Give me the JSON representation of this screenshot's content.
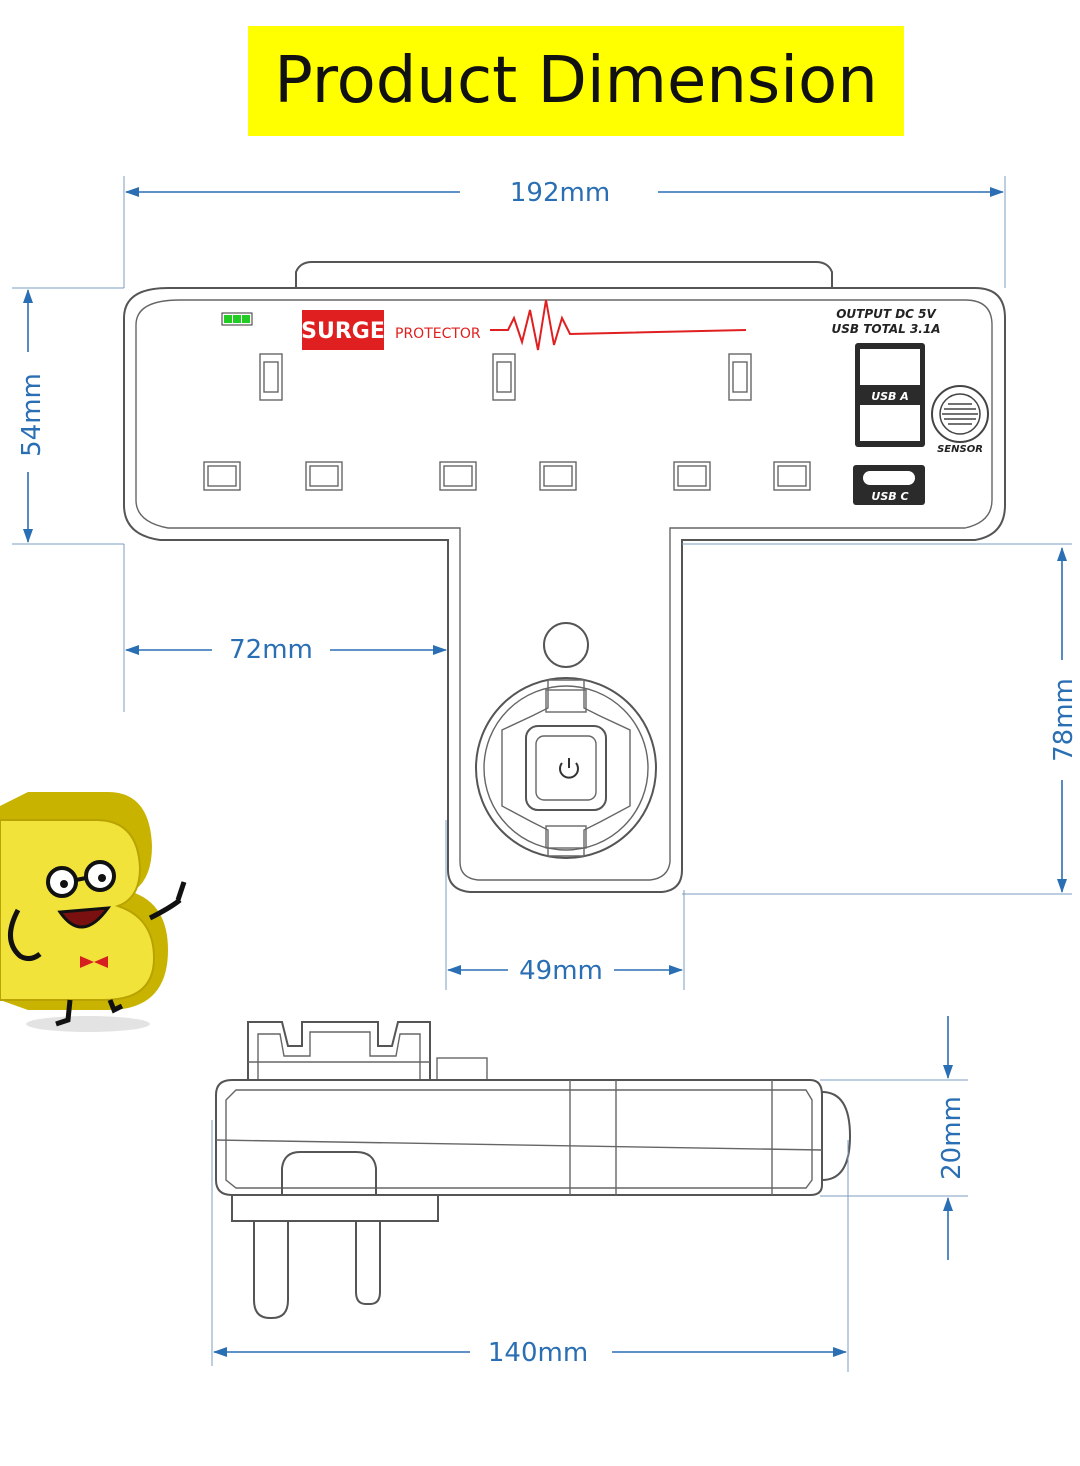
{
  "title": "Product Dimension",
  "colors": {
    "title_bg": "#ffff00",
    "dimension": "#2a6fb3",
    "surge_red": "#e02020",
    "led_green": "#22cc22",
    "outline": "#555555"
  },
  "dimensions": {
    "width": "192mm",
    "top_height": "54mm",
    "side_width": "72mm",
    "stem_height": "78mm",
    "stem_width": "49mm",
    "depth_height": "20mm",
    "depth_length": "140mm"
  },
  "front_labels": {
    "surge": "SURGE",
    "protector": "PROTECTOR",
    "output_line1": "OUTPUT DC 5V",
    "output_line2": "USB TOTAL 3.1A",
    "usb_a": "USB A",
    "usb_c": "USB C",
    "sensor": "SENSOR"
  },
  "icons": {
    "mascot": "letter-b-mascot-icon",
    "power": "power-icon",
    "led": "led-indicator-icon",
    "pulse": "surge-pulse-icon"
  }
}
